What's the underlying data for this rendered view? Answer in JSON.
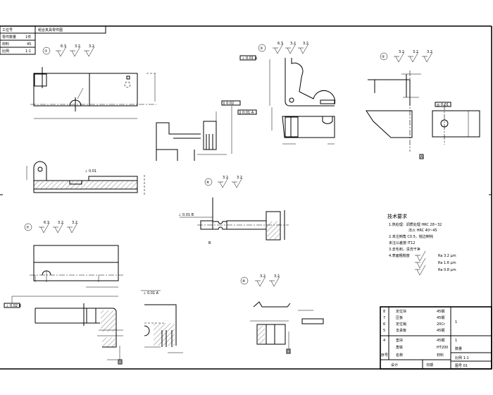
{
  "header_table": {
    "rows": [
      [
        "工位号",
        ""
      ],
      [
        "零件数量",
        "1件"
      ],
      [
        "材料",
        "45"
      ],
      [
        "比例",
        "1:1"
      ]
    ],
    "drawing_title": "组合夹具零件图"
  },
  "views": [
    {
      "id": "①",
      "roughness": [
        "6.3",
        "3.2",
        "3.2"
      ]
    },
    {
      "id": "③",
      "roughness": [
        "6.3",
        "3.2",
        "3.2"
      ]
    },
    {
      "id": "⑤",
      "roughness": [
        "3.2",
        "3.2",
        "3.2"
      ]
    },
    {
      "id": "⑥",
      "roughness": [
        "3.2",
        "3.2"
      ]
    },
    {
      "id": "⑦",
      "roughness": [
        "6.3",
        "3.2",
        "3.2"
      ]
    },
    {
      "id": "⑧",
      "roughness": [
        "3.2",
        "3.2"
      ]
    }
  ],
  "tolerance_frames": [
    "⊥ 0.01",
    "∥ 0.02",
    "∥ 0.01 A",
    "⊥ 0.01 A",
    "◎ 0.01",
    "⊥ 0.01 B",
    "⊥ 0.02 B",
    "⊥ 0.01 A"
  ],
  "datums": [
    "A",
    "B",
    "B",
    "B"
  ],
  "notes": {
    "title": "技术要求",
    "lines": [
      "1.热处理：调质处理 HRC 28~32",
      "  淬火 HRC 40~45",
      "2.未注倒角 C0.5，锐边倒钝",
      "  未注公差按 IT12",
      "3.去毛刺，清洗干净",
      "4.表面粗糙度",
      "Ra 3.2 μm",
      "Ra 1.6 μm",
      "Ra 0.8 μm"
    ]
  },
  "title_block": {
    "rows": [
      [
        "8",
        "定位块",
        "45钢"
      ],
      [
        "7",
        "压板",
        "45钢"
      ],
      [
        "6",
        "定位销",
        "20Cr"
      ],
      [
        "5",
        "支承板",
        "45钢"
      ],
      [
        "4",
        "垫块",
        "45钢"
      ],
      [
        "",
        "角铁",
        "HT200"
      ],
      [
        "序号",
        "名称",
        "材料"
      ]
    ],
    "designer": "设计",
    "date": "日期",
    "right_cells": [
      "1",
      "1",
      "数量",
      "比例 1:1",
      "图号 01"
    ]
  }
}
